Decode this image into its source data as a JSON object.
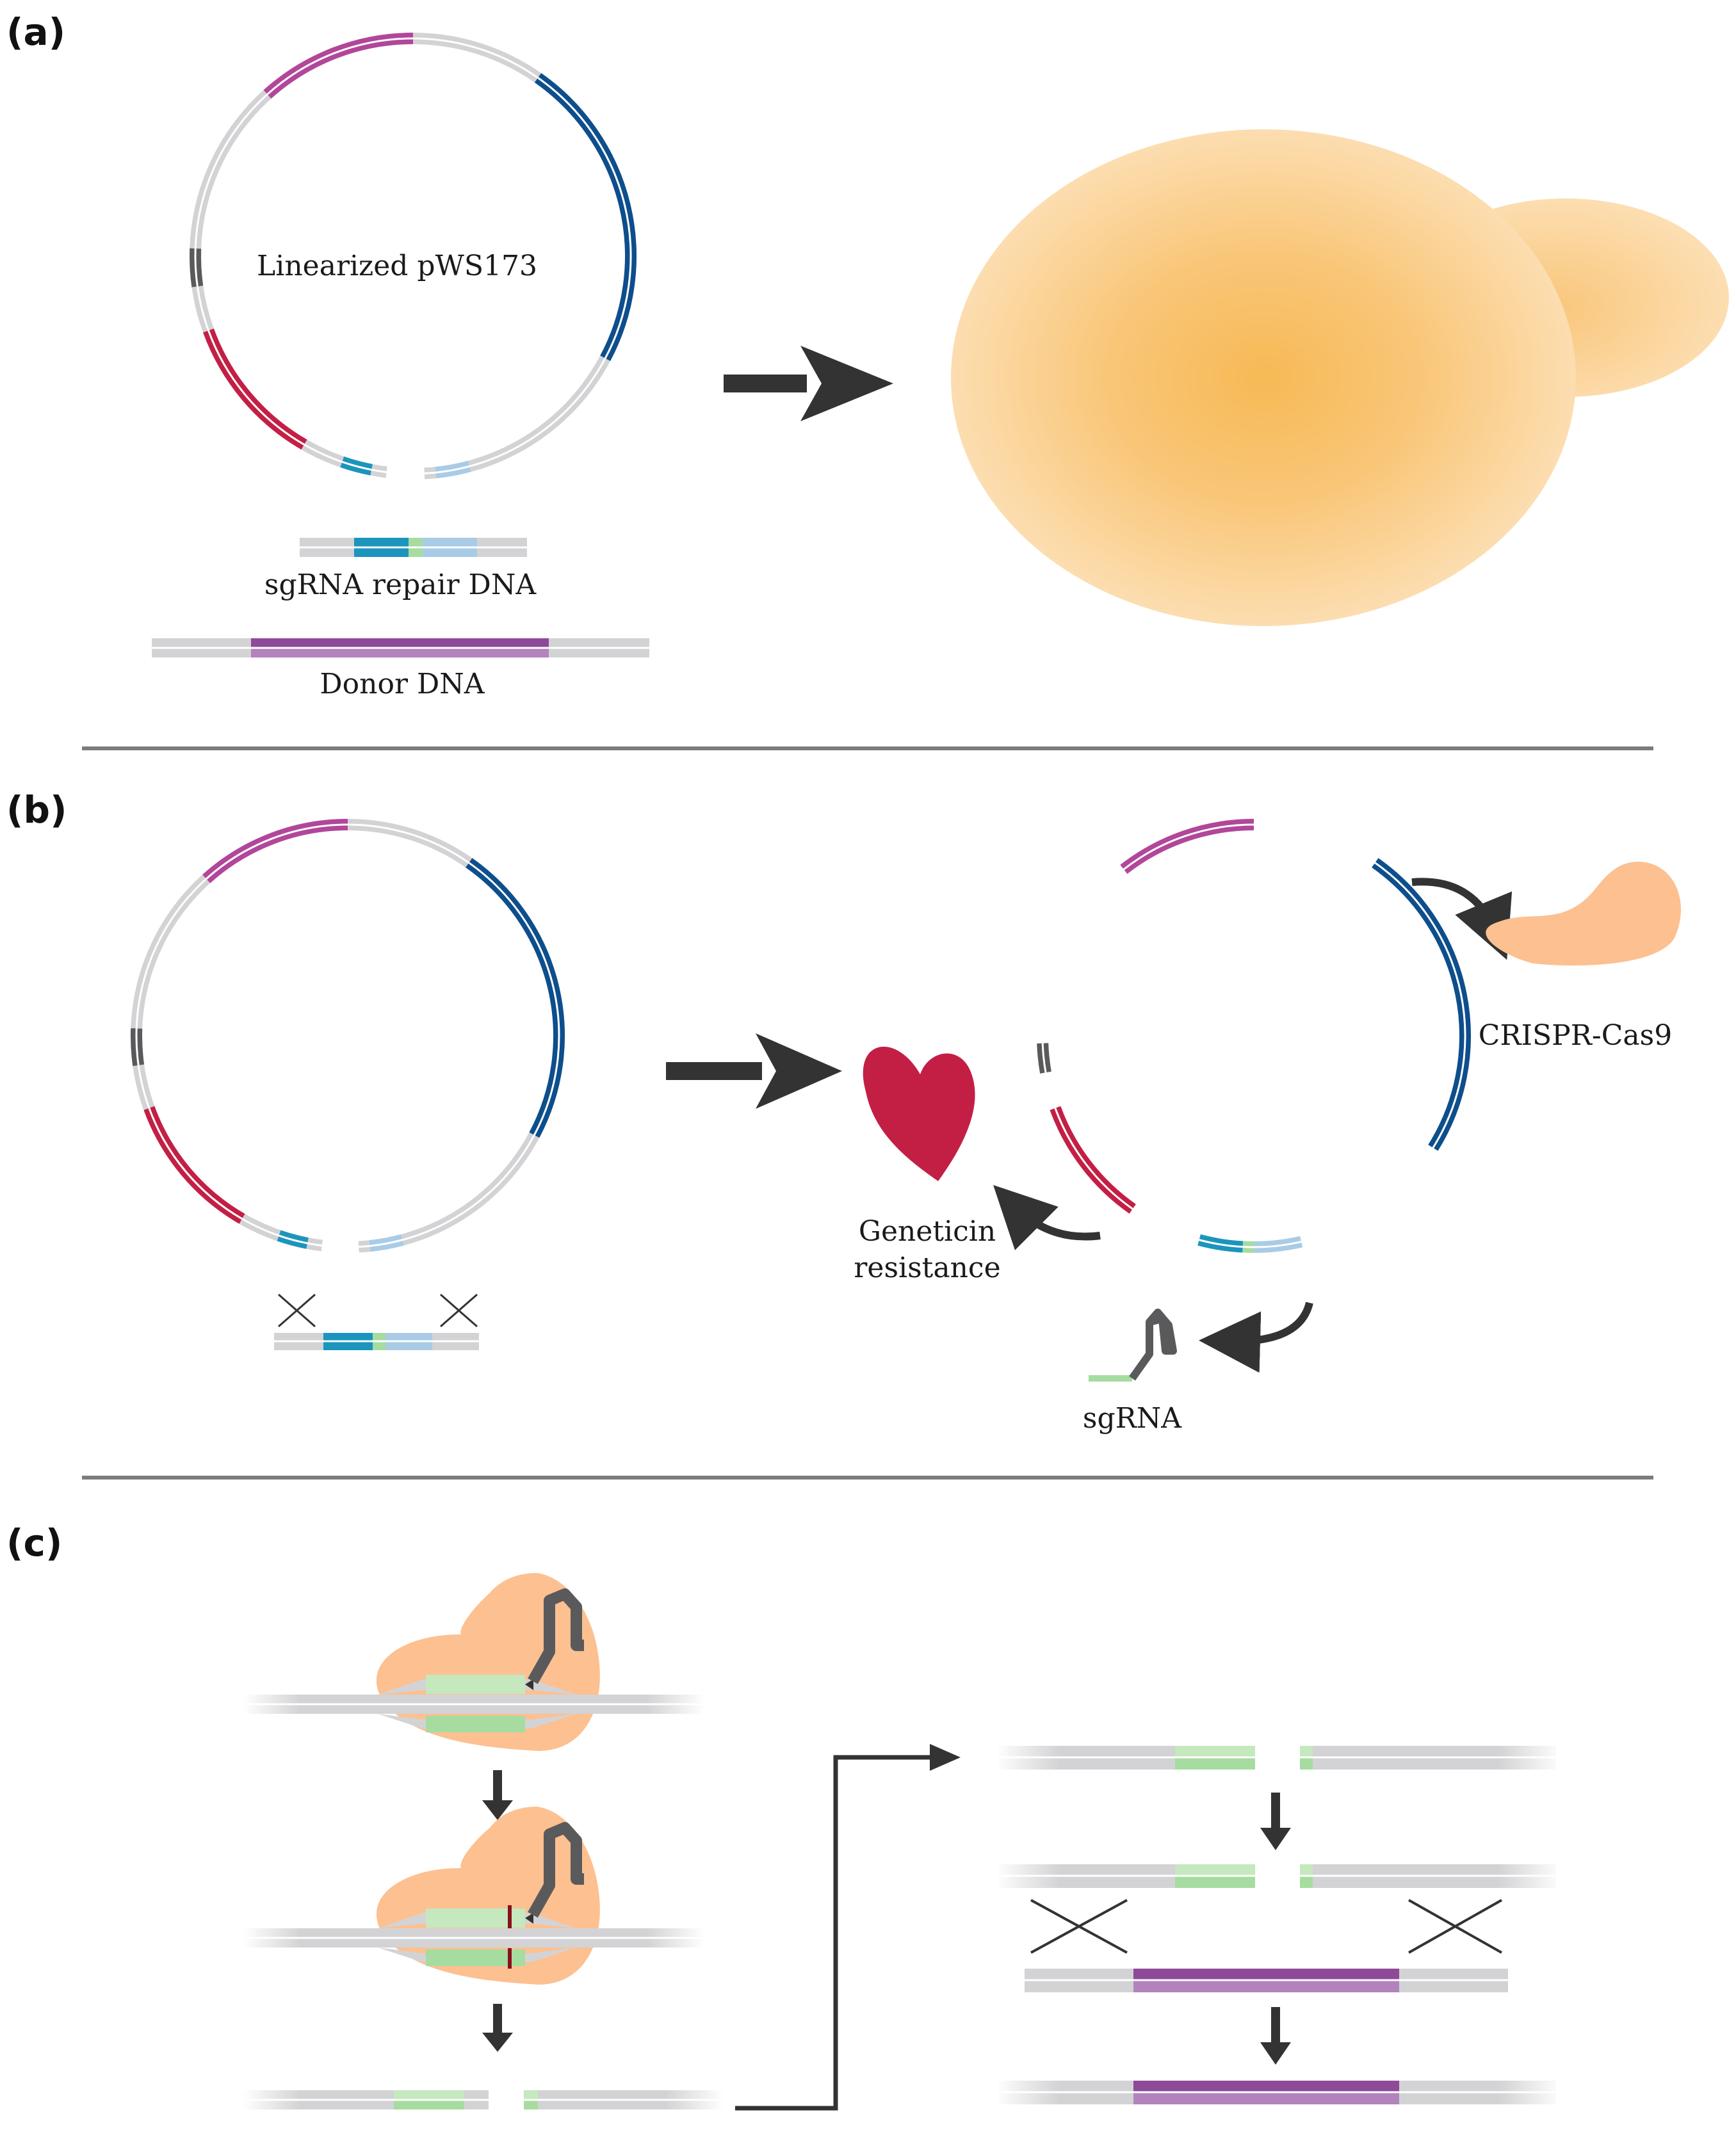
{
  "panels": {
    "a": {
      "label": "(a)",
      "plasmid_label": "Linearized pWS173",
      "sgrna_repair_label": "sgRNA repair DNA",
      "donor_label": "Donor DNA"
    },
    "b": {
      "label": "(b)",
      "cas9_label": "CRISPR-Cas9",
      "geneticin_label_line1": "Geneticin",
      "geneticin_label_line2": "resistance",
      "sgrna_label": "sgRNA"
    },
    "c": {
      "label": "(c)"
    }
  },
  "colors": {
    "backbone": "#d3d3d5",
    "magenta": "#b2469a",
    "blue": "#0d4e8c",
    "dark_gray": "#5a5a5c",
    "red": "#c31f45",
    "teal": "#1b95bd",
    "light_blue": "#a9cbe6",
    "green": "#a6dca0",
    "purple": "#8e4a98",
    "cas9": "#fdc090",
    "arrow": "#333333",
    "yeast": "#f7b955",
    "divider": "#7c7c7c"
  }
}
